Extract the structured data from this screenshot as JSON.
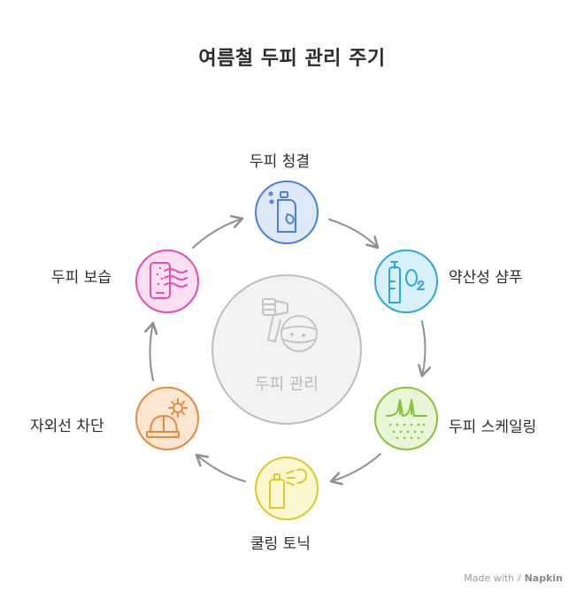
{
  "title": "여름철 두피 관리 주기",
  "center": {
    "label": "두피 관리",
    "icon": "hair-dryer-head-icon"
  },
  "steps": [
    {
      "label": "두피 청결",
      "icon": "detergent-bottle-icon",
      "color": "#4a7fe0",
      "fill": "#dfe9fb"
    },
    {
      "label": "약산성 샴푸",
      "icon": "bottle-oxygen-icon",
      "color": "#28a9d8",
      "fill": "#d8f0fa"
    },
    {
      "label": "두피 스케일링",
      "icon": "hair-follicle-icon",
      "color": "#86c33a",
      "fill": "#e8f5d6"
    },
    {
      "label": "쿨링 토닉",
      "icon": "spray-bottle-icon",
      "color": "#d9cc28",
      "fill": "#faf6cf"
    },
    {
      "label": "자외선 차단",
      "icon": "hard-hat-gear-icon",
      "color": "#e58a3a",
      "fill": "#fce6d2"
    },
    {
      "label": "두피 보습",
      "icon": "phone-waves-icon",
      "color": "#e04fb0",
      "fill": "#fbdff1"
    }
  ],
  "watermark": {
    "prefix": "Made with",
    "brand": "Napkin"
  }
}
